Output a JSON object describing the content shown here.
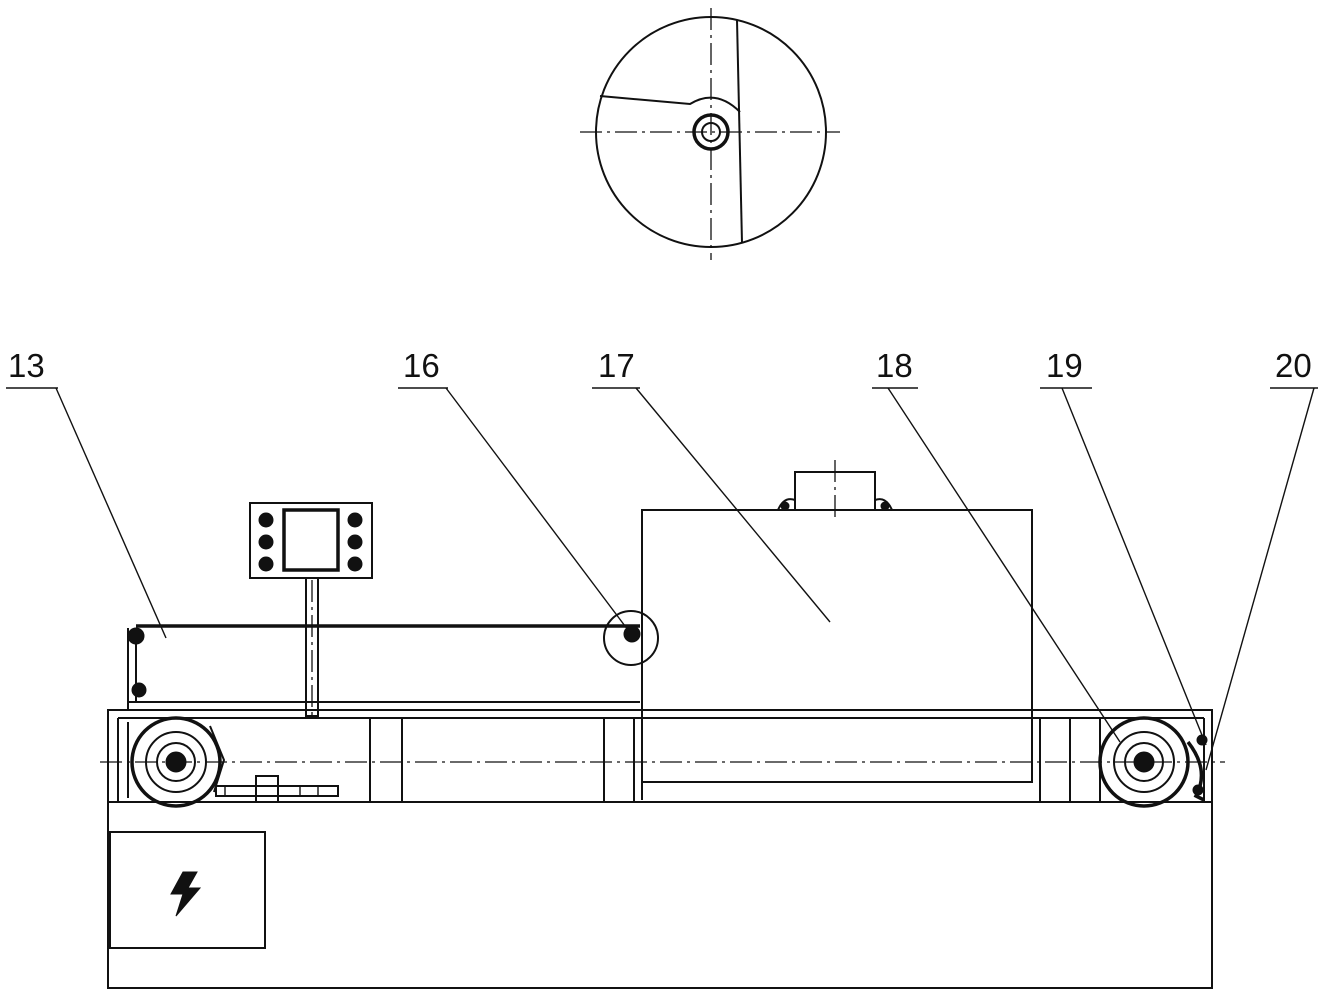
{
  "labels": [
    {
      "id": "13",
      "text": "13"
    },
    {
      "id": "16",
      "text": "16"
    },
    {
      "id": "17",
      "text": "17"
    },
    {
      "id": "18",
      "text": "18"
    },
    {
      "id": "19",
      "text": "19"
    },
    {
      "id": "20",
      "text": "20"
    }
  ],
  "icons": {
    "electrical_box": "lightning-bolt-icon"
  }
}
